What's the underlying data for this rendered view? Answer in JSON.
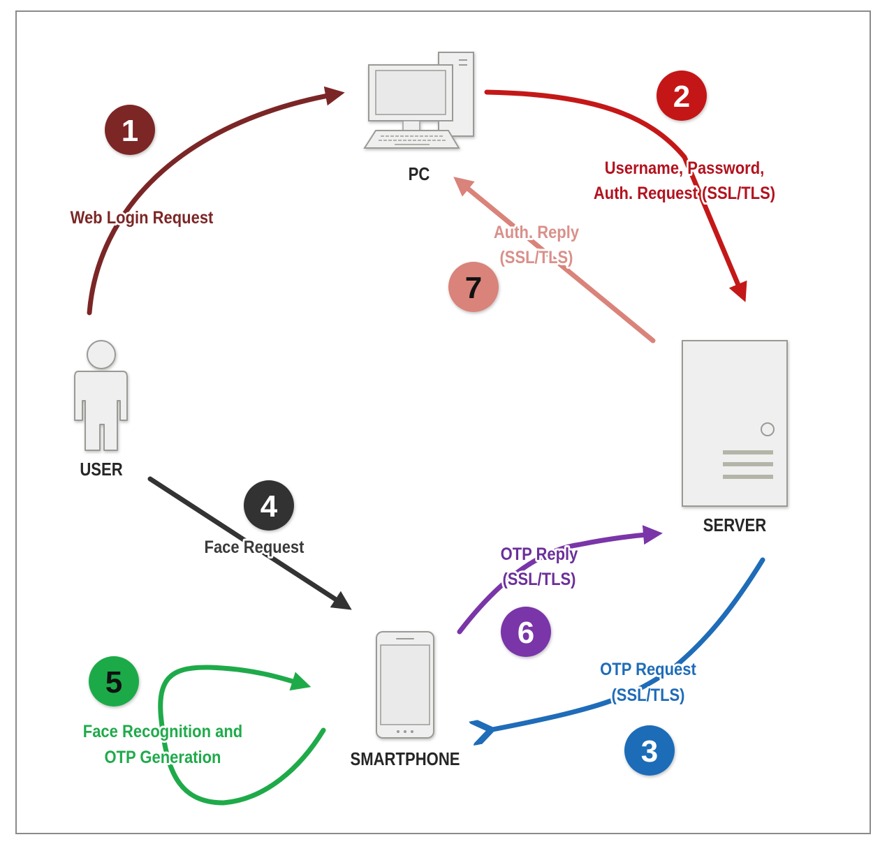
{
  "diagram": {
    "title": "Face recognition OTP authentication flow",
    "nodes": {
      "pc": {
        "label": "PC",
        "icon": "desktop-computer-icon"
      },
      "server": {
        "label": "SERVER",
        "icon": "server-tower-icon"
      },
      "user": {
        "label": "USER",
        "icon": "person-icon"
      },
      "smartphone": {
        "label": "SMARTPHONE",
        "icon": "smartphone-icon"
      }
    },
    "steps": [
      {
        "number": "1",
        "from": "USER",
        "to": "PC",
        "label": [
          "Web Login Request"
        ],
        "color": "#7b2626",
        "text_color": "#ffffff"
      },
      {
        "number": "2",
        "from": "PC",
        "to": "SERVER",
        "label": [
          "Username, Password,",
          "Auth. Request (SSL/TLS)"
        ],
        "color": "#c41818",
        "text_color": "#ffffff"
      },
      {
        "number": "3",
        "from": "SERVER",
        "to": "SMARTPHONE",
        "label": [
          "OTP Request",
          "(SSL/TLS)"
        ],
        "color": "#1f6cb8",
        "text_color": "#ffffff"
      },
      {
        "number": "4",
        "from": "USER",
        "to": "SMARTPHONE",
        "label": [
          "Face Request"
        ],
        "color": "#333333",
        "text_color": "#ffffff"
      },
      {
        "number": "5",
        "from": "SMARTPHONE",
        "to": "SMARTPHONE",
        "label": [
          "Face Recognition and",
          "OTP Generation"
        ],
        "color": "#1faa4a",
        "text_color": "#111111"
      },
      {
        "number": "6",
        "from": "SMARTPHONE",
        "to": "SERVER",
        "label": [
          "OTP Reply",
          "(SSL/TLS)"
        ],
        "color": "#7a35a8",
        "text_color": "#ffffff"
      },
      {
        "number": "7",
        "from": "SERVER",
        "to": "PC",
        "label": [
          "Auth. Reply",
          "(SSL/TLS)"
        ],
        "color": "#d9837a",
        "text_color": "#111111"
      }
    ],
    "label_colors": {
      "1": "#7b2626",
      "2": "#b3121e",
      "3": "#1f6cb8",
      "4": "#3a3a3a",
      "5": "#1faa4a",
      "6": "#6b2f9a",
      "7": "#d9908a"
    }
  }
}
